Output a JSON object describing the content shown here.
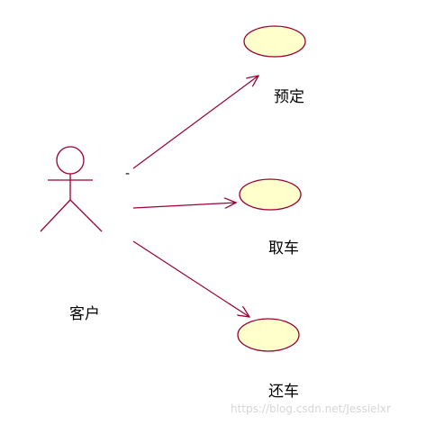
{
  "actor": {
    "name": "客户"
  },
  "use_cases": [
    {
      "name": "预定"
    },
    {
      "name": "取车"
    },
    {
      "name": "还车"
    }
  ],
  "stray_mark": "-",
  "watermark": "https://blog.csdn.net/Jessielxr",
  "colors": {
    "line": "#990033",
    "usecase_fill": "#ffffcc",
    "usecase_stroke": "#990033",
    "actor_stroke": "#990033",
    "watermark": "#d6d6d6"
  }
}
